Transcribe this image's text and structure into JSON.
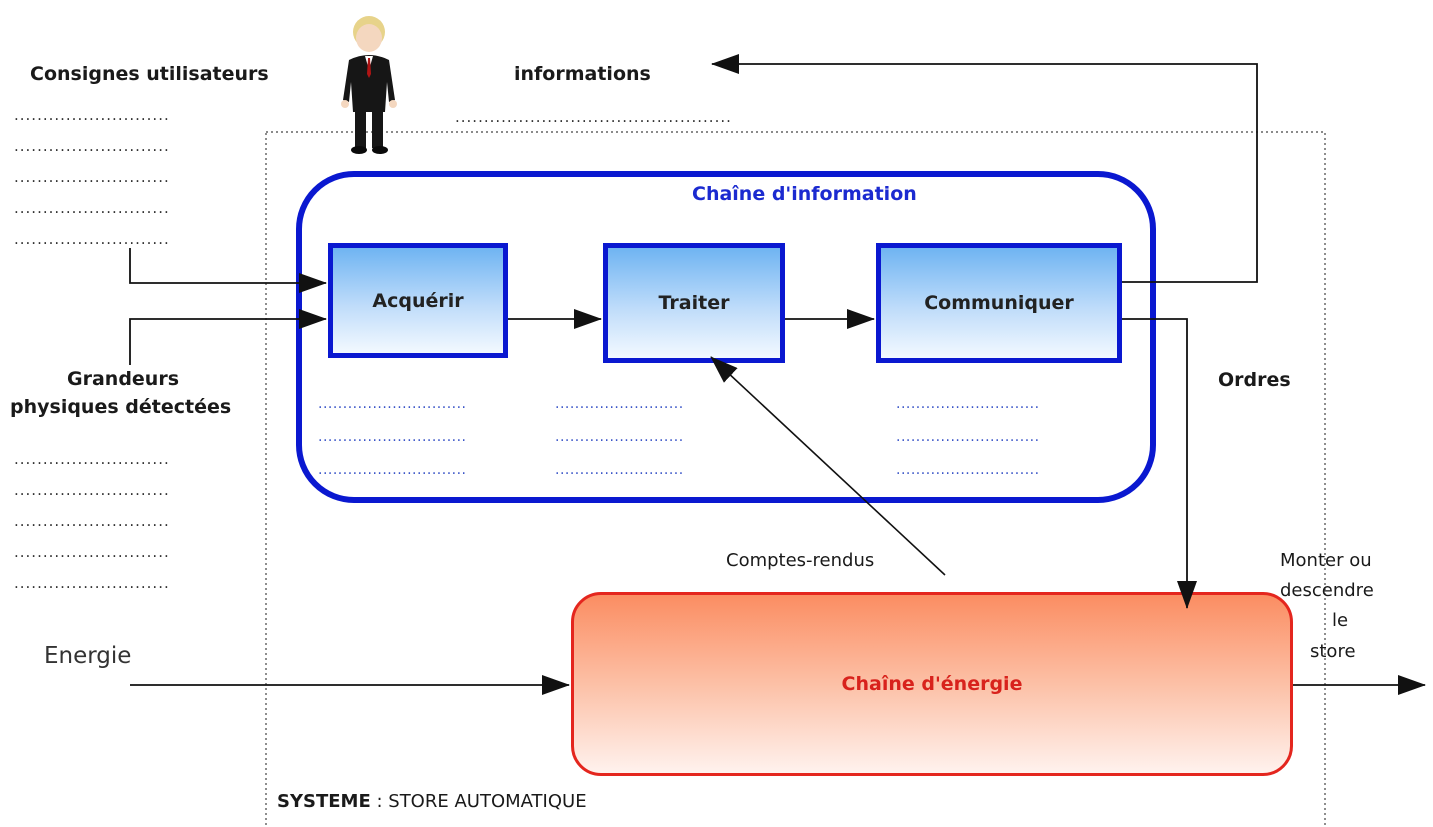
{
  "labels": {
    "consignes": "Consignes utilisateurs",
    "informations": "informations",
    "grandeurs_line1": "Grandeurs",
    "grandeurs_line2": "physiques détectées",
    "ordres": "Ordres",
    "energie": "Energie",
    "comptes_rendus": "Comptes-rendus",
    "output_line1": "Monter ou",
    "output_line2": "descendre",
    "output_line3": "le",
    "output_line4": "store"
  },
  "chaine_information": {
    "title": "Chaîne d'information",
    "functions": [
      "Acquérir",
      "Traiter",
      "Communiquer"
    ]
  },
  "chaine_energie": {
    "title": "Chaîne d'énergie"
  },
  "systeme": {
    "label": "SYSTEME",
    "separator": " : ",
    "value": "STORE AUTOMATIQUE"
  },
  "placeholders": {
    "consignes_lines": [
      "...........................",
      "...........................",
      "...........................",
      "...........................",
      "..........................."
    ],
    "informations_line": "................................................",
    "grandeurs_lines": [
      "...........................",
      "...........................",
      "...........................",
      "...........................",
      "..........................."
    ],
    "acquerir_lines": [
      "..............................",
      "..............................",
      ".............................."
    ],
    "traiter_lines": [
      "..........................",
      "..........................",
      ".........................."
    ],
    "communiquer_lines": [
      ".............................",
      ".............................",
      "............................."
    ]
  },
  "colors": {
    "info_chain": "#0a18d0",
    "energy_chain_border": "#e4261e",
    "energy_chain_title": "#d8221c",
    "info_title": "#1b2ad0"
  }
}
